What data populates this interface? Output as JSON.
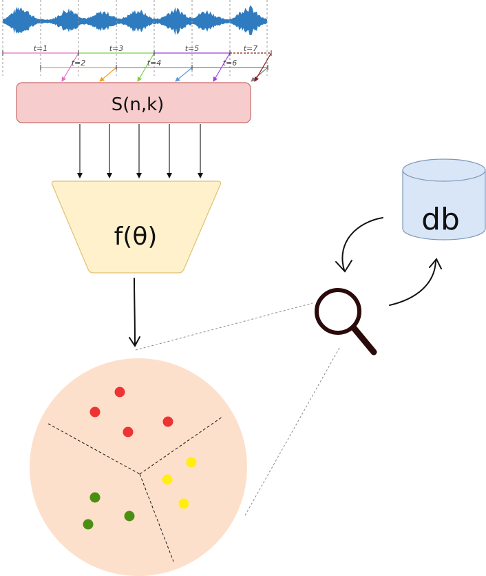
{
  "frames": [
    {
      "label": "t=1",
      "row": 1,
      "color": "#e46fc6"
    },
    {
      "label": "t=2",
      "row": 2,
      "color": "#f0a020"
    },
    {
      "label": "t=3",
      "row": 1,
      "color": "#79d046"
    },
    {
      "label": "t=4",
      "row": 2,
      "color": "#5a9be0"
    },
    {
      "label": "t=5",
      "row": 1,
      "color": "#9b3fe0"
    },
    {
      "label": "t=6",
      "row": 2,
      "color": "#808080"
    },
    {
      "label": "t=7",
      "row": 1,
      "color": "#8b1a1a"
    }
  ],
  "spectrogram": {
    "label": "S(n,k)",
    "fill": "#f7cccc",
    "stroke": "#c96a6a"
  },
  "encoder": {
    "label": "f(θ)",
    "fill": "#fff1cc",
    "stroke": "#e0c070"
  },
  "database": {
    "label": "db",
    "fill": "#d8e6f7",
    "stroke": "#7d97b8"
  },
  "embedding_space": {
    "fill": "#fde0cb"
  },
  "clusters": [
    {
      "name": "red",
      "color": "#ee3333",
      "count": 4
    },
    {
      "name": "yellow",
      "color": "#ffee11",
      "count": 3
    },
    {
      "name": "green",
      "color": "#4a8f12",
      "count": 3
    }
  ],
  "icons": {
    "search": "magnifier-icon"
  },
  "colors": {
    "waveform": "#2f7bbf",
    "arrow": "#111111",
    "dashed": "#888888"
  }
}
